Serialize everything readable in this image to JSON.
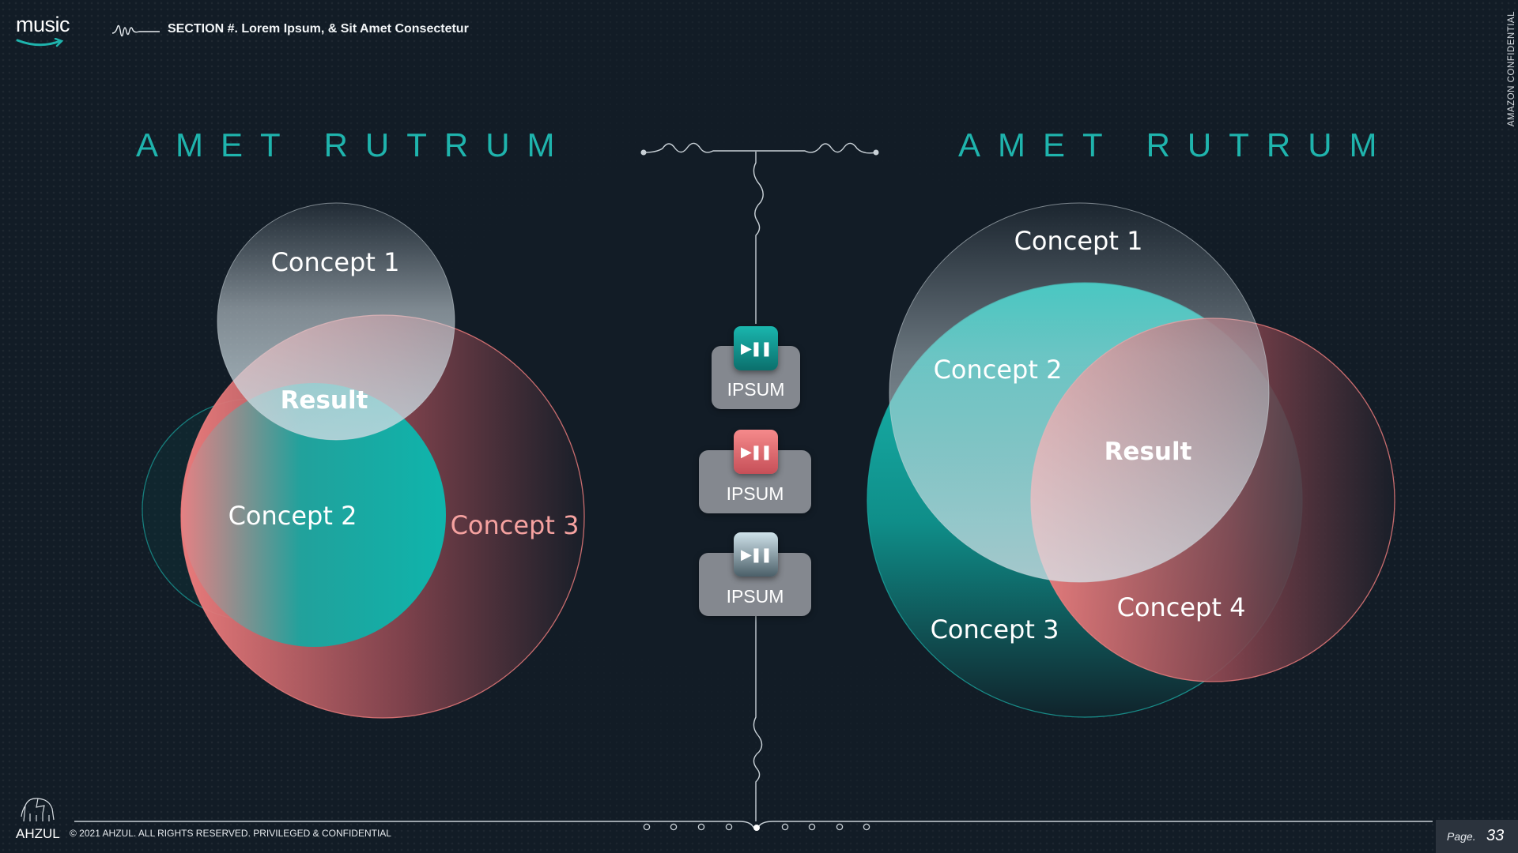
{
  "header": {
    "logo": "music",
    "section_title": "SECTION #. Lorem Ipsum, & Sit Amet Consectetur",
    "confidential": "AMAZON CONFIDENTIAL"
  },
  "headings": {
    "left": "AMET RUTRUM",
    "right": "AMET RUTRUM"
  },
  "venn_left": {
    "concept1": "Concept 1",
    "concept2": "Concept 2",
    "concept3": "Concept 3",
    "result": "Result"
  },
  "venn_right": {
    "concept1": "Concept 1",
    "concept2": "Concept 2",
    "concept3": "Concept 3",
    "concept4": "Concept 4",
    "result": "Result"
  },
  "center": {
    "cards": [
      {
        "label": "IPSUM",
        "color": "#14a79f",
        "icon": "play-pause-icon"
      },
      {
        "label": "IPSUM",
        "color": "#f0787a",
        "icon": "play-pause-icon"
      },
      {
        "label": "IPSUM",
        "color": "#b9cfd8",
        "icon": "play-pause-icon"
      }
    ]
  },
  "footer": {
    "brand": "AHZUL",
    "copyright": "© 2021 AHZUL. ALL RIGHTS RESERVED. PRIVILEGED & CONFIDENTIAL",
    "page_label": "Page.",
    "page_number": "33"
  },
  "colors": {
    "teal": "#14b3aa",
    "coral": "#f47f7f",
    "background": "#121c26"
  }
}
